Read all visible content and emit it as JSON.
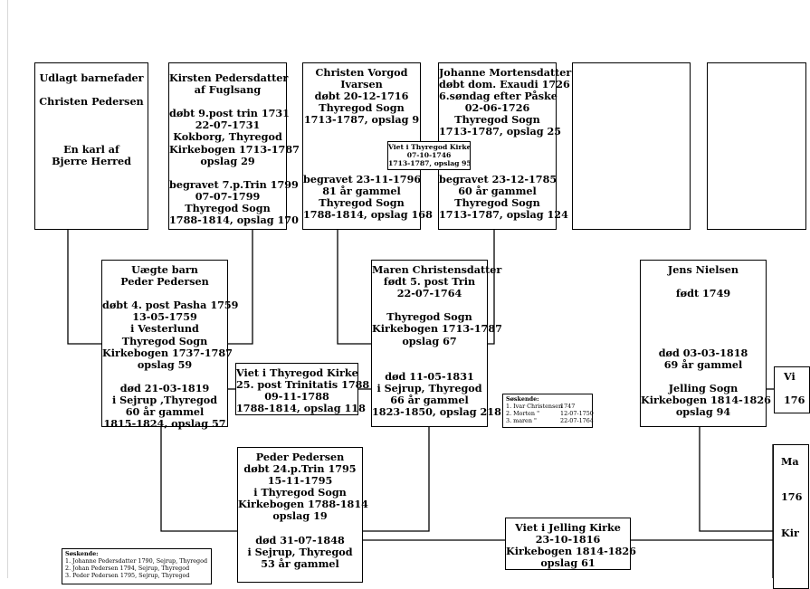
{
  "boxes": {
    "udlagt": {
      "lines": [
        "Udlagt barnefader",
        "",
        "Christen Pedersen",
        "",
        "",
        "",
        "En karl af",
        "Bjerre Herred"
      ]
    },
    "kirsten": {
      "lines": [
        "Kirsten Pedersdatter",
        "af Fuglsang",
        "",
        "døbt 9.post trin 1731",
        "22-07-1731",
        "Kokborg, Thyregod",
        "Kirkebogen 1713-1787",
        "opslag 29",
        "",
        "begravet 7.p.Trin 1799",
        "07-07-1799",
        "Thyregod Sogn",
        "1788-1814, opslag 170"
      ]
    },
    "christen_vorgod": {
      "lines": [
        "Christen Vorgod",
        "Ivarsen",
        "døbt 20-12-1716",
        "Thyregod Sogn",
        "1713-1787, opslag 9",
        "",
        "",
        "",
        "",
        "begravet 23-11-1796",
        "81 år gammel",
        "Thyregod Sogn",
        "1788-1814,  opslag 168"
      ]
    },
    "johanne": {
      "lines": [
        "Johanne Mortensdatter",
        "døbt dom. Exaudi 1726",
        "6.søndag efter Påske",
        "02-06-1726",
        "Thyregod Sogn",
        "1713-1787, opslag 25",
        "",
        "",
        "",
        "begravet  23-12-1785",
        "60 år gammel",
        "Thyregod Sogn",
        "1713-1787, opslag 124"
      ]
    },
    "uaegte": {
      "lines": [
        "Uægte barn",
        "Peder Pedersen",
        "",
        "døbt 4. post Pasha 1759",
        "13-05-1759",
        "i  Vesterlund",
        "Thyregod Sogn",
        "Kirkebogen 1737-1787",
        "opslag 59",
        "",
        "død 21-03-1819",
        "i Sejrup ,Thyregod",
        "60 år gammel",
        "1815-1824, opslag 57"
      ]
    },
    "maren": {
      "lines": [
        "Maren Christensdatter",
        "født 5. post Trin",
        "22-07-1764",
        "",
        "Thyregod Sogn",
        "Kirkebogen 1713-1787",
        "opslag 67",
        "",
        "",
        "død 11-05-1831",
        "i Sejrup, Thyregod",
        "66 år gammel",
        "1823-1850, opslag 218"
      ]
    },
    "jens": {
      "lines": [
        "Jens Nielsen",
        "",
        "født 1749",
        "",
        "",
        "",
        "",
        "død 03-03-1818",
        "69 år gammel",
        "",
        "Jelling Sogn",
        "Kirkebogen 1814-1826",
        "opslag 94"
      ]
    },
    "viet_thyregod_1788": {
      "lines": [
        "Viet i Thyregod Kirke",
        "25. post Trinitatis 1788",
        "09-11-1788",
        "1788-1814, opslag 118"
      ]
    },
    "peder_1795": {
      "lines": [
        "Peder Pedersen",
        "døbt 24.p.Trin 1795",
        "15-11-1795",
        "i  Thyregod Sogn",
        "Kirkebogen 1788-1814",
        "opslag 19",
        "",
        "død  31-07-1848",
        "i Sejrup, Thyregod",
        "53 år gammel"
      ]
    },
    "viet_jelling": {
      "lines": [
        "Viet i Jelling Kirke",
        "23-10-1816",
        "Kirkebogen 1814-1826",
        "opslag 61"
      ]
    },
    "right_partial_1": {
      "lines": [
        "Vi",
        "",
        "176"
      ]
    },
    "right_partial_2": {
      "lines": [
        "Ma",
        "",
        "",
        "176",
        "",
        "",
        "Kir"
      ]
    }
  },
  "viet_small": {
    "lines": [
      "Viet i Thyregod Kirke",
      "07-10-1746",
      "1713-1787, opslag  95"
    ]
  },
  "soskende_maren": {
    "title": "Søskende:",
    "rows": [
      {
        "name": "1. Ivar Christensen",
        "date": "1747"
      },
      {
        "name": "2. Morten      \"",
        "date": "12-07-1750"
      },
      {
        "name": "3. maren       \"",
        "date": "22-07-1764"
      }
    ]
  },
  "soskende_peder": {
    "title": "Søskende:",
    "rows": [
      "1. Johanne Pedersdatter 1790, Sejrup, Thyregod",
      "2. Johan Pedersen 1794, Sejrup, Thyregod",
      "3. Peder Pedersen 1795, Sejrup, Thyregod"
    ]
  }
}
